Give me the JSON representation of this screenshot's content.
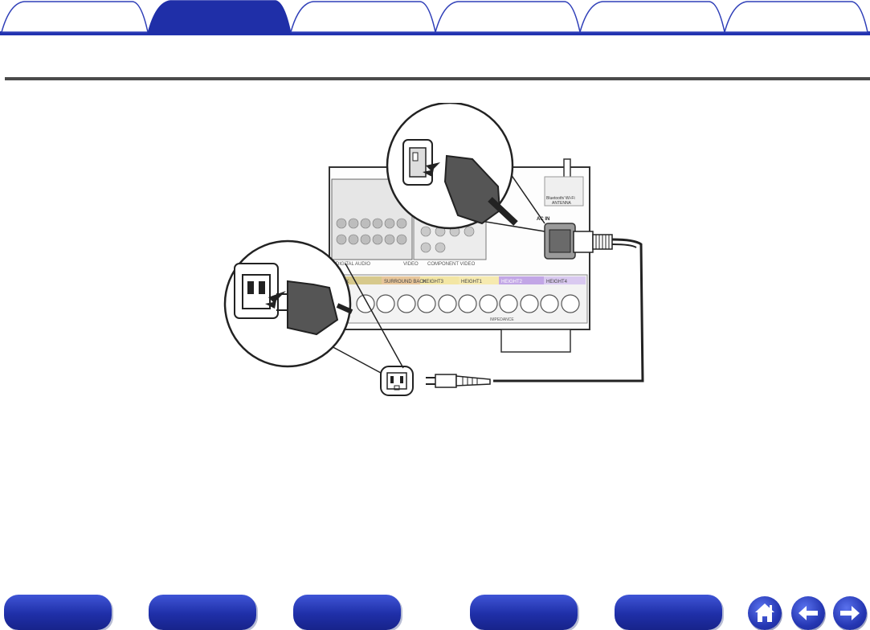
{
  "tabs": [
    {
      "label": "",
      "active": false
    },
    {
      "label": "",
      "active": true
    },
    {
      "label": "",
      "active": false
    },
    {
      "label": "",
      "active": false
    },
    {
      "label": "",
      "active": false
    },
    {
      "label": "",
      "active": false
    }
  ],
  "figure": {
    "ac_in_label": "AC IN",
    "antenna_label_1": "Bluetooth/ Wi-Fi",
    "antenna_label_2": "ANTENNA",
    "impedance_label": "IMPEDANCE",
    "speaker_labels": [
      "BACK",
      "SURROUND BACK",
      "HEIGHT3",
      "HEIGHT1",
      "HEIGHT2",
      "HEIGHT4"
    ],
    "small_labels": [
      "DIGITAL AUDIO",
      "VIDEO",
      "COMPONENT VIDEO"
    ]
  },
  "bottom_nav": {
    "buttons": [
      "",
      "",
      "",
      "",
      ""
    ],
    "icons": [
      "home-icon",
      "back-arrow-icon",
      "forward-arrow-icon"
    ]
  },
  "colors": {
    "nav_blue": "#2233b0",
    "tab_active": "#1f2fa8",
    "tab_border": "#2f3fb8"
  }
}
